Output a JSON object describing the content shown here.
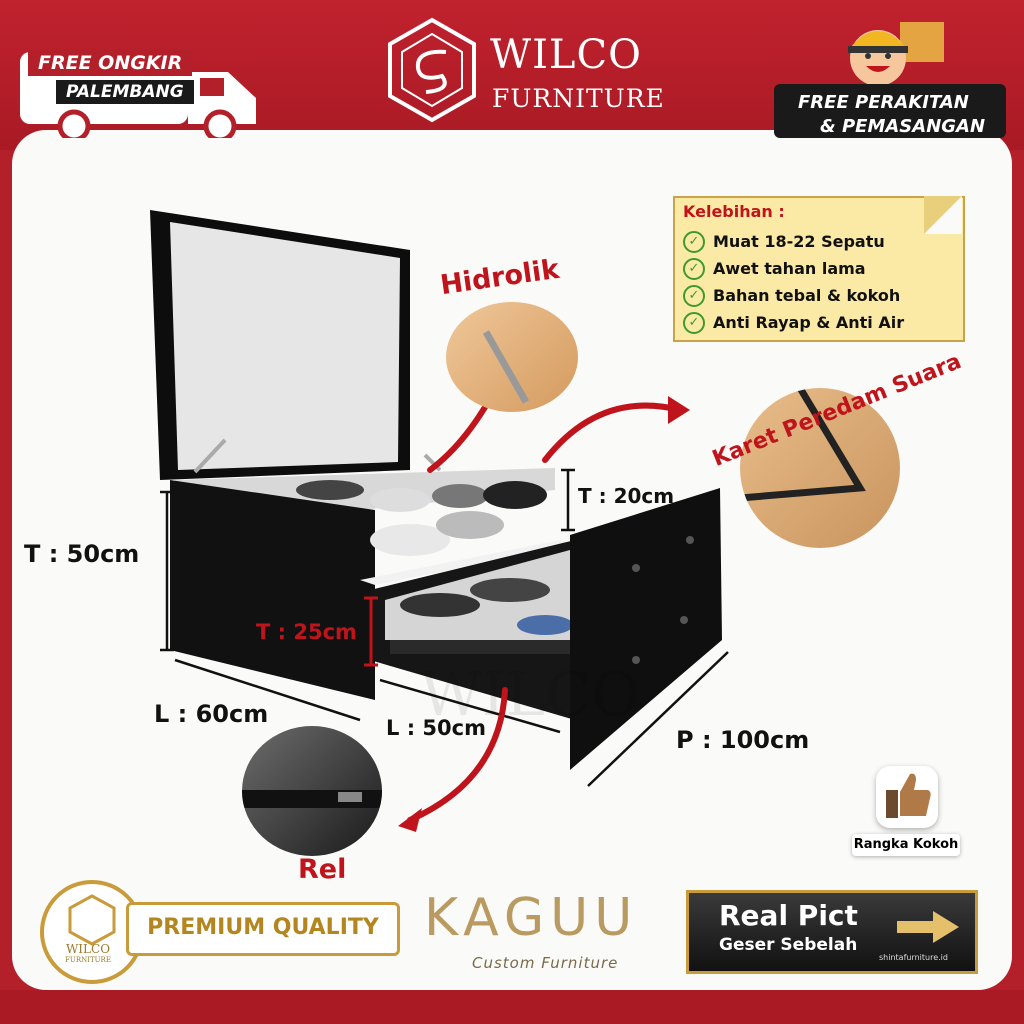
{
  "header": {
    "brand_title": "WILCO",
    "brand_sub": "FURNITURE",
    "free_ongkir": "FREE ONGKIR",
    "palembang": "PALEMBANG",
    "free_perakitan": "FREE PERAKITAN",
    "pemasangan": "& PEMASANGAN"
  },
  "benefits": {
    "title": "Kelebihan :",
    "items": [
      "Muat 18-22 Sepatu",
      "Awet tahan lama",
      "Bahan tebal & kokoh",
      "Anti Rayap & Anti Air"
    ]
  },
  "callouts": {
    "hidrolik": "Hidrolik",
    "karet": "Karet Peredam Suara",
    "rel": "Rel",
    "rangka": "Rangka Kokoh"
  },
  "dimensions": {
    "t50": "T : 50cm",
    "t20": "T : 20cm",
    "t25": "T : 25cm",
    "l60": "L : 60cm",
    "l50": "L : 50cm",
    "p100": "P : 100cm"
  },
  "footer": {
    "logo_small_title": "WILCO",
    "logo_small_sub": "FURNITURE",
    "premium": "PREMIUM QUALITY",
    "kaguu": "KAGUU",
    "kaguu_sub": "Custom Furniture",
    "real_pict": "Real Pict",
    "geser": "Geser Sebelah",
    "url": "shintafurniture.id"
  },
  "colors": {
    "brand_red": "#b3202a",
    "accent_red": "#c0141c",
    "gold": "#c99b3a",
    "cabinet": "#111111"
  }
}
